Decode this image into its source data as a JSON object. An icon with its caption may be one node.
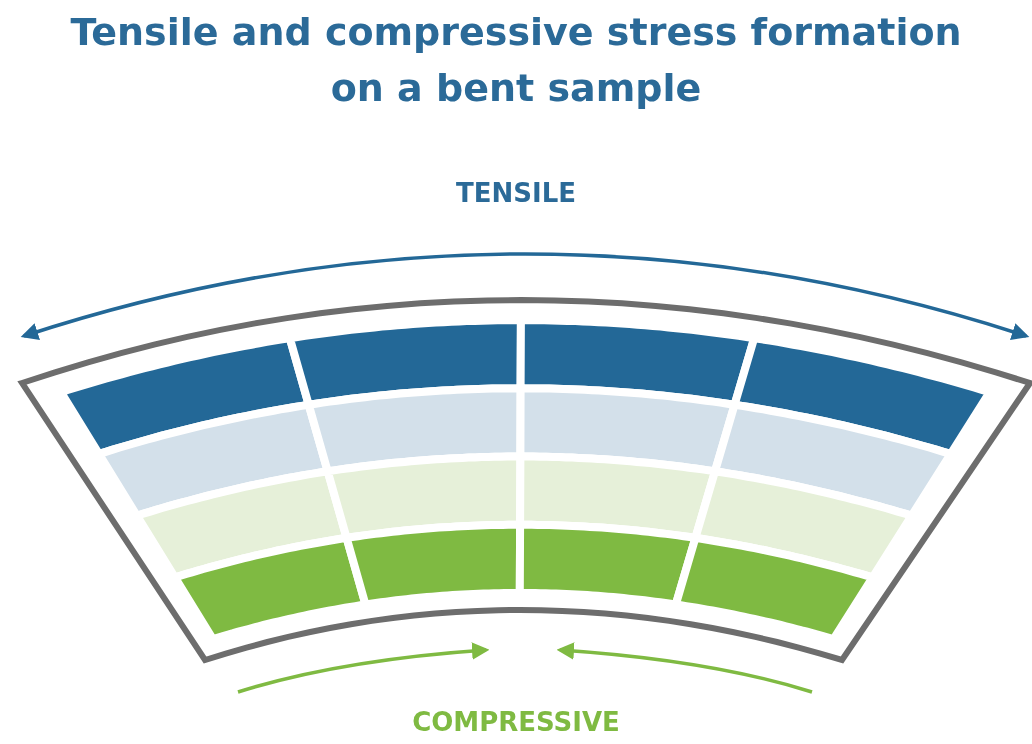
{
  "diagram": {
    "title": "Tensile and compressive stress formation on a bent sample",
    "labels": [
      "TENSILE",
      "COMPRESSIVE"
    ]
  }
}
